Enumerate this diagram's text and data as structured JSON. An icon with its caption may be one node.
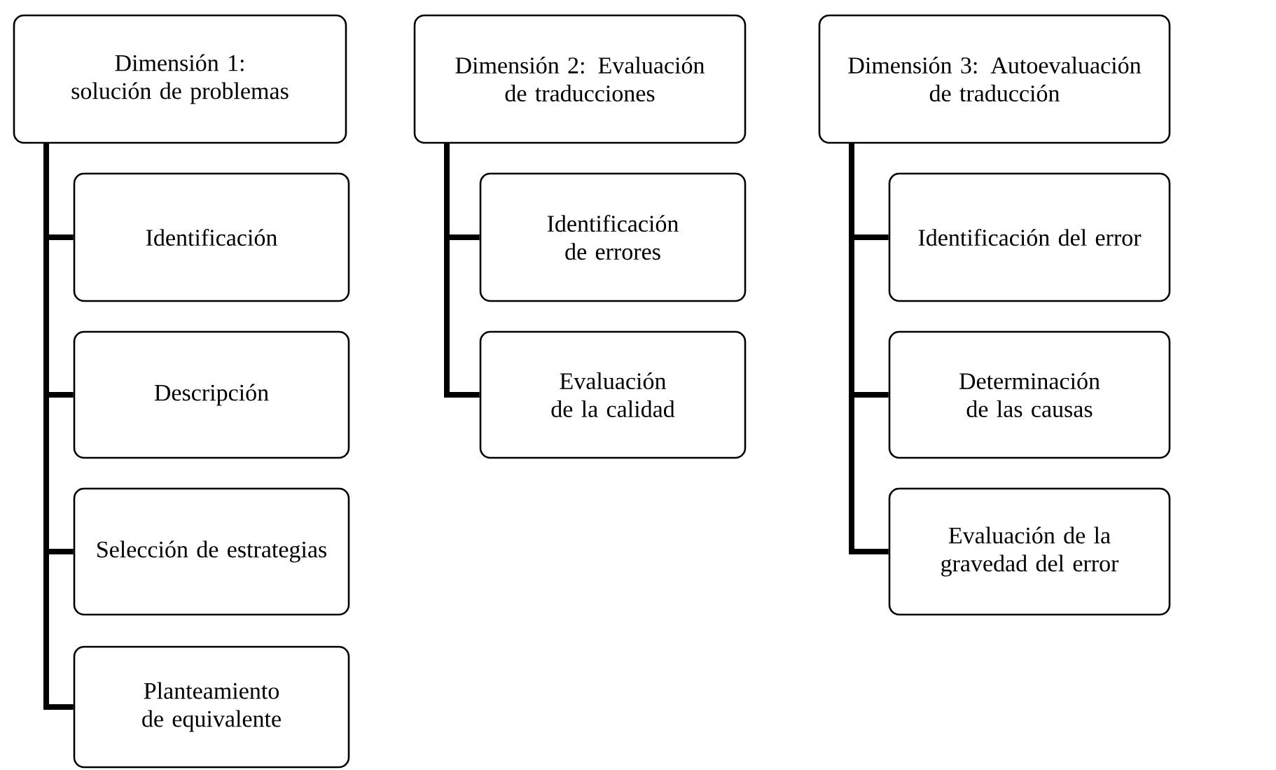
{
  "diagram": {
    "nodes": [
      {
        "text": [
          "Dimensión 1: solución de problemas"
        ]
      },
      {
        "text": [
          "Identificación"
        ]
      },
      {
        "text": [
          "Descripción"
        ]
      },
      {
        "text": [
          "Selección de estrategias"
        ]
      },
      {
        "text": [
          "Planteamiento de equivalente"
        ]
      },
      {
        "text": [
          "Dimensión 2: Evaluación de traducciones"
        ]
      },
      {
        "text": [
          "Identificación de errores"
        ]
      },
      {
        "text": [
          "Evaluación de la calidad"
        ]
      },
      {
        "text": [
          "Dimensión 3: Autoevaluación de traducción"
        ]
      },
      {
        "text": [
          "Identificación del error"
        ]
      },
      {
        "text": [
          "Determinación de las causas"
        ]
      },
      {
        "text": [
          "Evaluación de la gravedad del error"
        ]
      }
    ],
    "edges": [
      {
        "from": 0,
        "to": 1,
        "arrow": "none"
      },
      {
        "from": 0,
        "to": 2,
        "arrow": "none"
      },
      {
        "from": 0,
        "to": 3,
        "arrow": "none"
      },
      {
        "from": 0,
        "to": 4,
        "arrow": "none"
      },
      {
        "from": 5,
        "to": 6,
        "arrow": "none"
      },
      {
        "from": 5,
        "to": 7,
        "arrow": "none"
      },
      {
        "from": 8,
        "to": 9,
        "arrow": "none"
      },
      {
        "from": 8,
        "to": 10,
        "arrow": "none"
      },
      {
        "from": 8,
        "to": 11,
        "arrow": "none"
      }
    ]
  }
}
